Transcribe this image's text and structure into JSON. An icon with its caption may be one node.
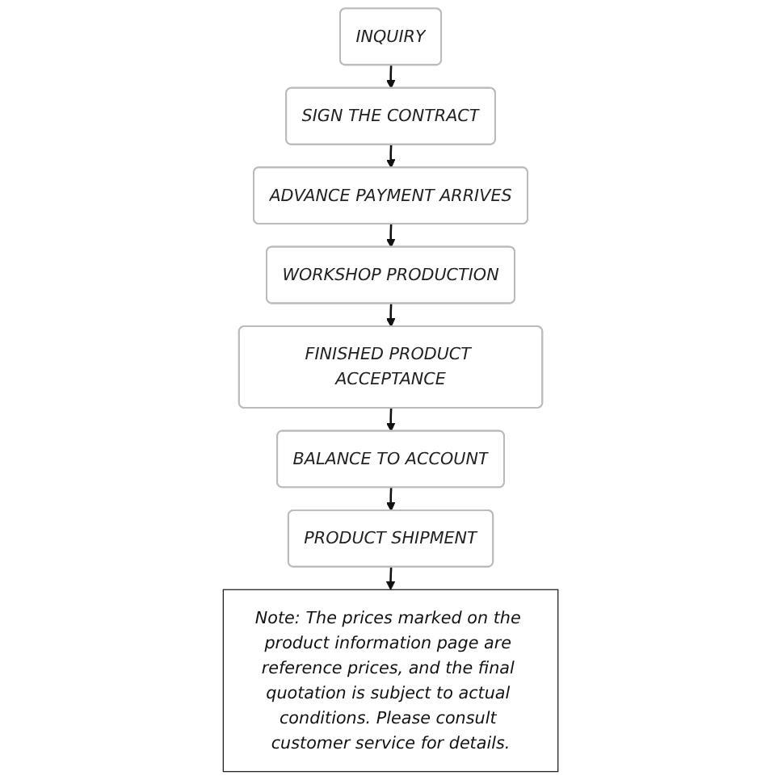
{
  "diagram": {
    "nodes": [
      {
        "text": [
          "INQUIRY"
        ]
      },
      {
        "text": [
          "SIGN THE CONTRACT"
        ]
      },
      {
        "text": [
          "ADVANCE PAYMENT ARRIVES"
        ]
      },
      {
        "text": [
          "WORKSHOP PRODUCTION"
        ]
      },
      {
        "text": [
          "FINISHED PRODUCT ACCEPTANCE"
        ]
      },
      {
        "text": [
          "BALANCE TO ACCOUNT"
        ]
      },
      {
        "text": [
          "PRODUCT SHIPMENT"
        ]
      },
      {
        "text": [
          "Note: The prices marked on the product information page are reference prices, and the final quotation is subject to actual conditions. Please consult customer service for details."
        ]
      }
    ],
    "edges": [
      {
        "from": 0,
        "to": 1,
        "arrow": "to"
      },
      {
        "from": 1,
        "to": 2,
        "arrow": "to"
      },
      {
        "from": 2,
        "to": 3,
        "arrow": "to"
      },
      {
        "from": 3,
        "to": 4,
        "arrow": "to"
      },
      {
        "from": 4,
        "to": 5,
        "arrow": "to"
      },
      {
        "from": 5,
        "to": 6,
        "arrow": "to"
      },
      {
        "from": 6,
        "to": 7,
        "arrow": "to"
      }
    ]
  }
}
